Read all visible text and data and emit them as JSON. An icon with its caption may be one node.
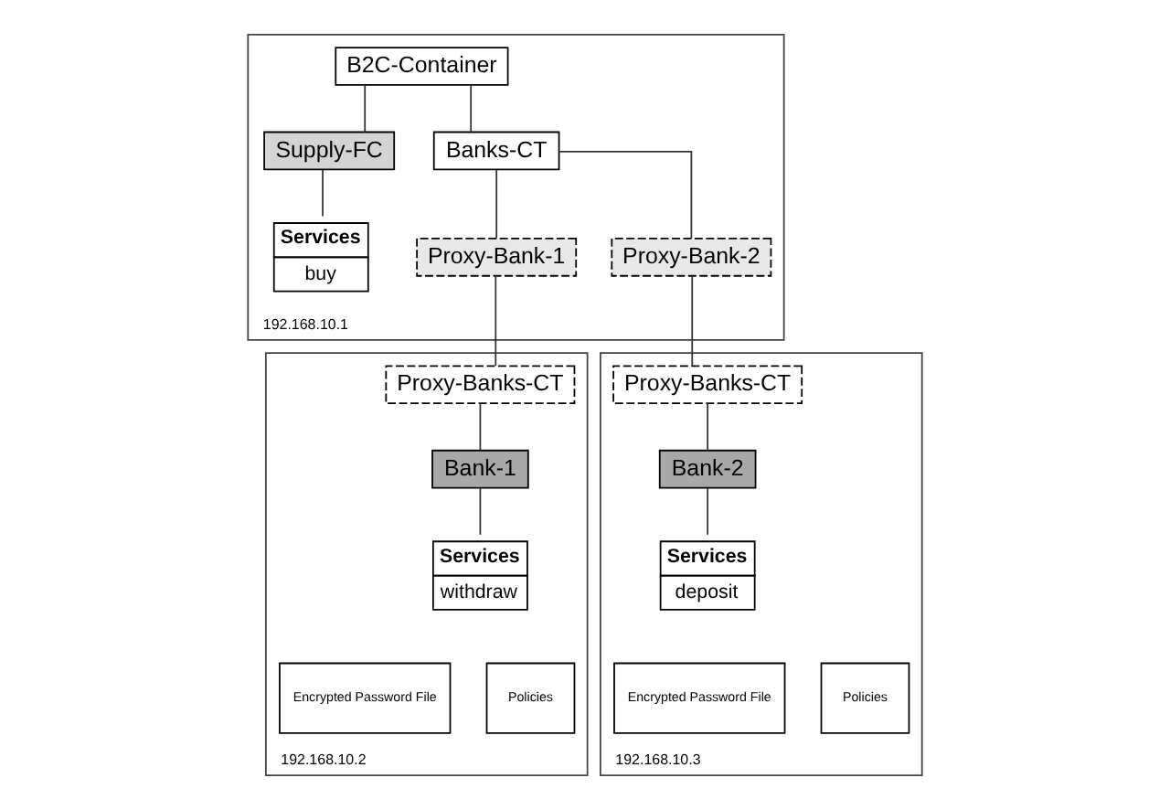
{
  "diagram": {
    "nodes": [
      {
        "text": [
          "192.168.10.1"
        ]
      },
      {
        "text": [
          "B2C-Container"
        ],
        "in": 0
      },
      {
        "text": [
          "Supply-FC"
        ],
        "in": 0
      },
      {
        "text": [
          "Banks-CT"
        ],
        "in": 0
      },
      {
        "text": [
          "Services",
          "buy"
        ],
        "in": 0
      },
      {
        "text": [
          "Proxy-Bank-1"
        ],
        "in": 0
      },
      {
        "text": [
          "Proxy-Bank-2"
        ],
        "in": 0
      },
      {
        "text": [
          "192.168.10.2"
        ]
      },
      {
        "text": [
          "Proxy-Banks-CT"
        ],
        "in": 7
      },
      {
        "text": [
          "Bank-1"
        ],
        "in": 7
      },
      {
        "text": [
          "Services",
          "withdraw"
        ],
        "in": 7
      },
      {
        "text": [
          "Encrypted Password File"
        ],
        "in": 7
      },
      {
        "text": [
          "Policies"
        ],
        "in": 7
      },
      {
        "text": [
          "192.168.10.3"
        ]
      },
      {
        "text": [
          "Proxy-Banks-CT"
        ],
        "in": 13
      },
      {
        "text": [
          "Bank-2"
        ],
        "in": 13
      },
      {
        "text": [
          "Services",
          "deposit"
        ],
        "in": 13
      },
      {
        "text": [
          "Encrypted Password File"
        ],
        "in": 13
      },
      {
        "text": [
          "Policies"
        ],
        "in": 13
      }
    ],
    "edges": [
      {
        "from": 1,
        "to": 2,
        "arrow": "none"
      },
      {
        "from": 1,
        "to": 3,
        "arrow": "none"
      },
      {
        "from": 2,
        "to": 4,
        "arrow": "none"
      },
      {
        "from": 3,
        "to": 5,
        "arrow": "none"
      },
      {
        "from": 3,
        "to": 6,
        "arrow": "none"
      },
      {
        "from": 5,
        "to": 8,
        "arrow": "none"
      },
      {
        "from": 6,
        "to": 14,
        "arrow": "none"
      },
      {
        "from": 8,
        "to": 9,
        "arrow": "none"
      },
      {
        "from": 9,
        "to": 10,
        "arrow": "none"
      },
      {
        "from": 14,
        "to": 15,
        "arrow": "none"
      },
      {
        "from": 15,
        "to": 16,
        "arrow": "none"
      }
    ]
  }
}
